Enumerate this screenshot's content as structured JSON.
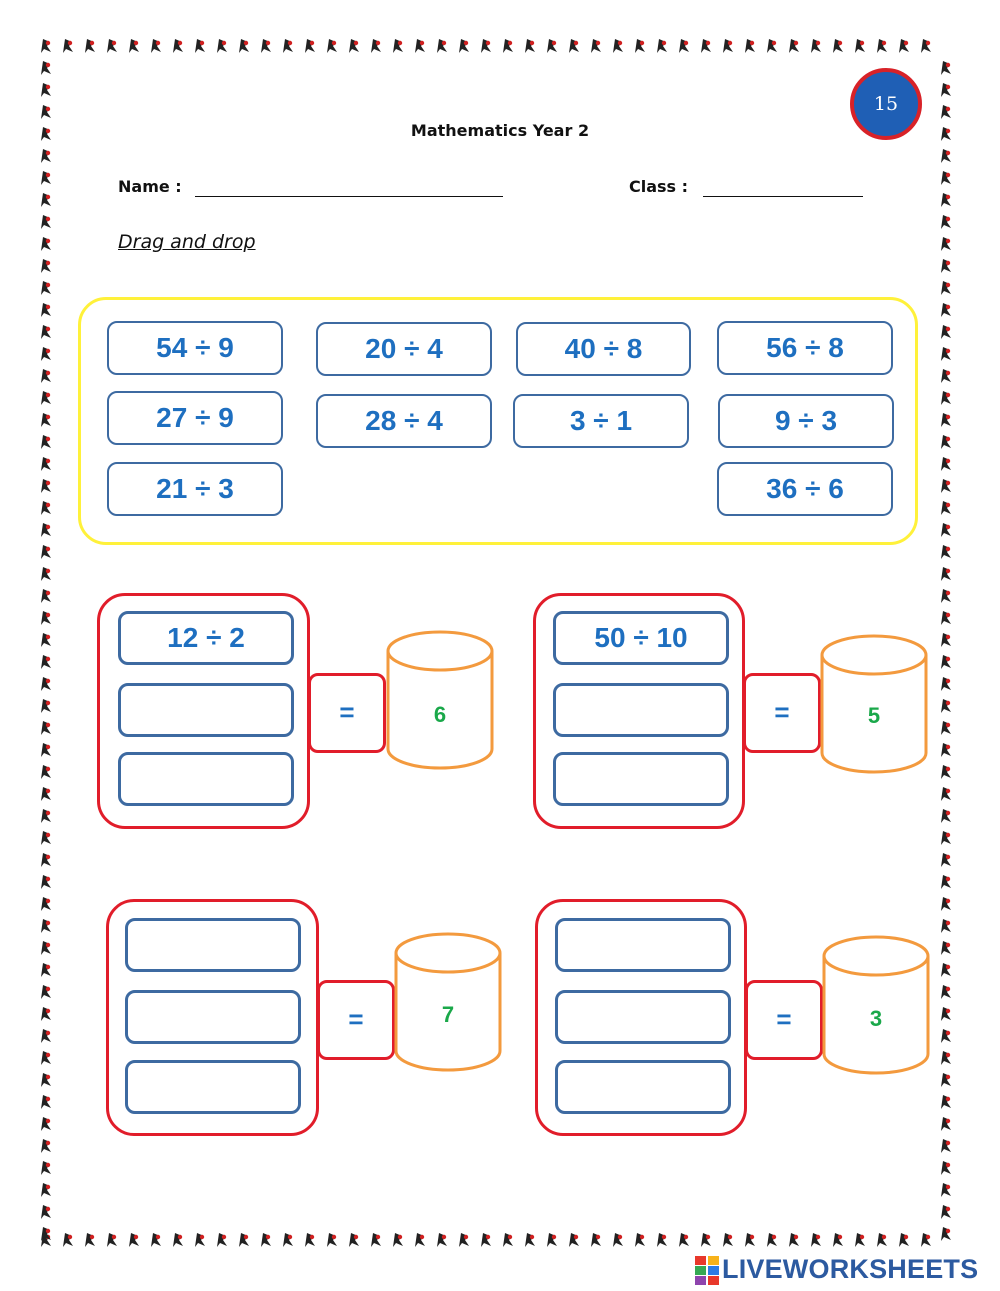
{
  "page_badge": "15",
  "title": "Mathematics Year 2",
  "name_label": "Name :",
  "class_label": "Class :",
  "instruction": "Drag and drop",
  "word_bank": [
    "54 ÷ 9",
    "20 ÷ 4",
    "40 ÷ 8",
    "56 ÷ 8",
    "27 ÷ 9",
    "28 ÷ 4",
    "3 ÷ 1",
    "9 ÷ 3",
    "21 ÷ 3",
    "36 ÷ 6"
  ],
  "groups": [
    {
      "slots": [
        "12 ÷ 2",
        "",
        ""
      ],
      "equals": "=",
      "answer": "6"
    },
    {
      "slots": [
        "50 ÷ 10",
        "",
        ""
      ],
      "equals": "=",
      "answer": "5"
    },
    {
      "slots": [
        "",
        "",
        ""
      ],
      "equals": "=",
      "answer": "7"
    },
    {
      "slots": [
        "",
        "",
        ""
      ],
      "equals": "=",
      "answer": "3"
    }
  ],
  "footer": {
    "brand": "LIVEWORKSHEETS"
  },
  "colors": {
    "card_border": "#3d6aa1",
    "card_text": "#1e6fc0",
    "group_border": "#e11d2a",
    "bank_border": "#fff13a",
    "answer_text": "#1aa84a",
    "cylinder": "#f39a3e",
    "badge_fill": "#1f5fb5"
  }
}
